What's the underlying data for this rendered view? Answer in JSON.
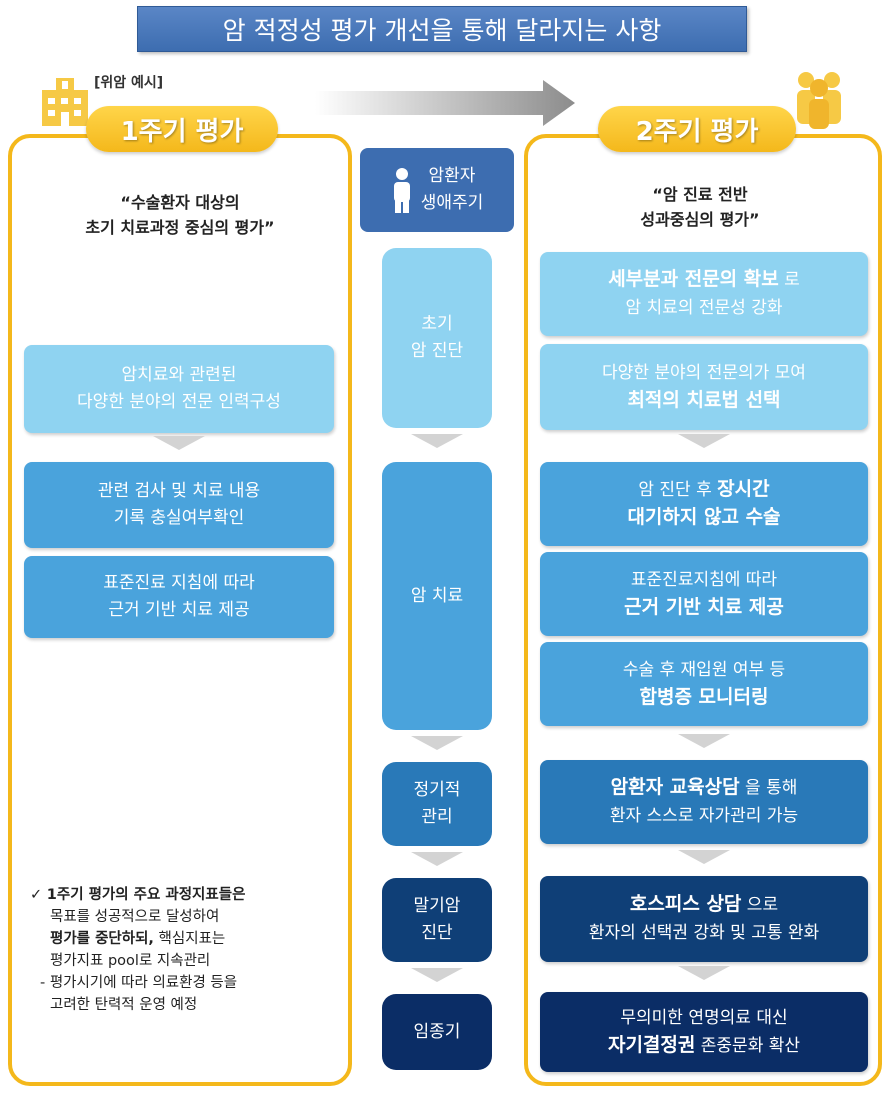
{
  "title": "암 적정성 평가 개선을 통해 달라지는 사항",
  "example_label": "[위암 예시]",
  "left": {
    "pill": "1주기 평가",
    "quote_lines": [
      "“수술환자 대상의",
      "초기 치료과정 중심의 평가”"
    ],
    "boxes": [
      {
        "lines": [
          "암치료와 관련된",
          "다양한 분야의 전문 인력구성"
        ]
      },
      {
        "lines": [
          "관련 검사 및 치료 내용",
          "기록 충실여부확인"
        ]
      },
      {
        "lines": [
          "표준진료 지침에 따라",
          "근거 기반 치료 제공"
        ]
      }
    ],
    "note": {
      "check": "✓",
      "bold1": "1주기 평가",
      "text1": "의 주요 과정지표들은",
      "text2": "목표를 성공적으로 달성하여",
      "bold2": "평가를 중단하되,",
      "text3": " 핵심지표는",
      "text4": "평가지표 pool로 지속관리",
      "text5": "- 평가시기에 따라 의료환경 등을",
      "text6": "고려한 탄력적 운영 예정"
    }
  },
  "middle": {
    "header_lines": [
      "암환자",
      "생애주기"
    ],
    "stages": [
      {
        "lines": [
          "초기",
          "암 진단"
        ]
      },
      {
        "lines": [
          "암 치료"
        ]
      },
      {
        "lines": [
          "정기적",
          "관리"
        ]
      },
      {
        "lines": [
          "말기암",
          "진단"
        ]
      },
      {
        "lines": [
          "임종기"
        ]
      }
    ]
  },
  "right": {
    "pill": "2주기 평가",
    "quote_lines": [
      "“암 진료 전반",
      "성과중심의 평가”"
    ],
    "boxes": [
      {
        "l1_pre": "",
        "l1_em": "세부분과 전문의 확보",
        "l1_post": " 로",
        "l2_pre": "암 치료의 전문성 강화",
        "l2_em": "",
        "l2_post": ""
      },
      {
        "l1_pre": "다양한 분야의 전문의가 모여",
        "l1_em": "",
        "l1_post": "",
        "l2_pre": "",
        "l2_em": "최적의 치료법 선택",
        "l2_post": ""
      },
      {
        "l1_pre": "암 진단 후 ",
        "l1_em": "장시간",
        "l1_post": "",
        "l2_pre": "",
        "l2_em": "대기하지 않고 수술",
        "l2_post": ""
      },
      {
        "l1_pre": "표준진료지침에 따라",
        "l1_em": "",
        "l1_post": "",
        "l2_pre": "",
        "l2_em": "근거 기반 치료 제공",
        "l2_post": ""
      },
      {
        "l1_pre": "수술 후 재입원 여부 등",
        "l1_em": "",
        "l1_post": "",
        "l2_pre": "",
        "l2_em": "합병증 모니터링",
        "l2_post": ""
      },
      {
        "l1_pre": "",
        "l1_em": "암환자 교육상담",
        "l1_post": " 을 통해",
        "l2_pre": "환자 스스로 자가관리 가능",
        "l2_em": "",
        "l2_post": ""
      },
      {
        "l1_pre": "",
        "l1_em": "호스피스 상담",
        "l1_post": " 으로",
        "l2_pre": "환자의 선택권 강화 및 고통 완화",
        "l2_em": "",
        "l2_post": ""
      },
      {
        "l1_pre": "무의미한 연명의료 대신",
        "l1_em": "",
        "l1_post": "",
        "l2_pre": "",
        "l2_em": "자기결정권",
        "l2_post": " 존중문화 확산"
      }
    ]
  },
  "colors": {
    "accent_gold": "#f4b81b",
    "title_blue": "#3d6db0"
  }
}
